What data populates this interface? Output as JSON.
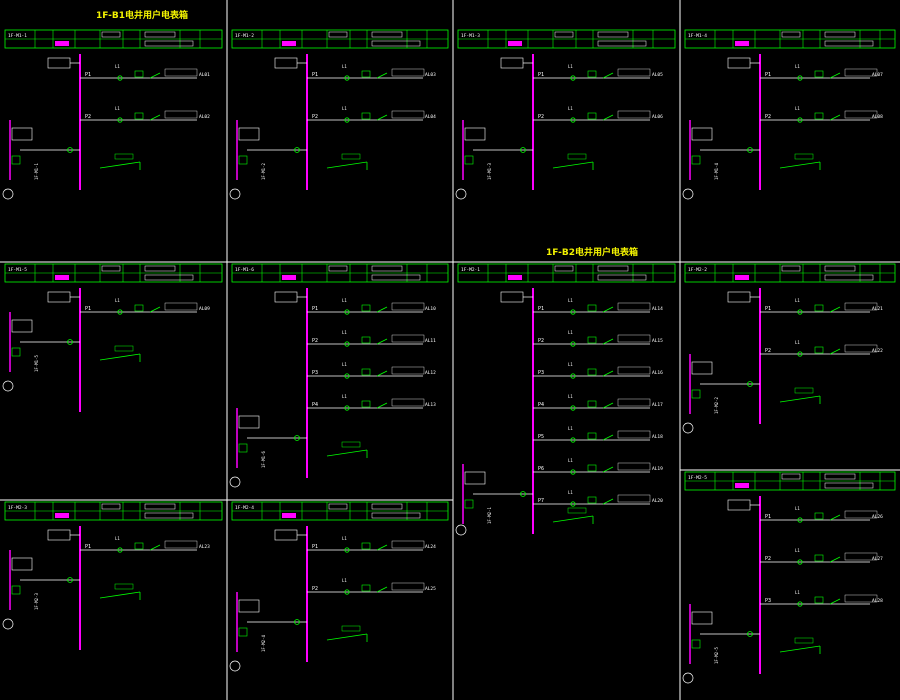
{
  "titles": [
    {
      "id": "title-1",
      "text": "1F-B1电井用户电表箱"
    },
    {
      "id": "title-2",
      "text": "1F-B2电井用户电表箱"
    }
  ],
  "colors": {
    "background": "#000000",
    "frame": "#ffffff",
    "table": "#00ff00",
    "circuit": "#ffffff",
    "busbar": "#ff00ff",
    "component": "#00ff00",
    "label": "#ffffff",
    "title": "#f2f200",
    "accent": "#ff00ff"
  },
  "panels": [
    {
      "id": "p1",
      "code": "1F-M1-1",
      "circuits": [
        "P1",
        "P2"
      ],
      "load": [
        "AL01",
        "AL02"
      ],
      "earth": true
    },
    {
      "id": "p2",
      "code": "1F-M1-2",
      "circuits": [
        "P1",
        "P2"
      ],
      "load": [
        "AL03",
        "AL04"
      ],
      "earth": true
    },
    {
      "id": "p3",
      "code": "1F-M1-3",
      "circuits": [
        "P1",
        "P2"
      ],
      "load": [
        "AL05",
        "AL06"
      ],
      "earth": true
    },
    {
      "id": "p4",
      "code": "1F-M1-4",
      "circuits": [
        "P1",
        "P2"
      ],
      "load": [
        "AL07",
        "AL08"
      ],
      "earth": true
    },
    {
      "id": "p5",
      "code": "1F-M1-5",
      "circuits": [
        "P1"
      ],
      "load": [
        "AL09"
      ],
      "earth": true
    },
    {
      "id": "p6",
      "code": "1F-M1-6",
      "circuits": [
        "P1",
        "P2",
        "P3",
        "P4"
      ],
      "load": [
        "AL10",
        "AL11",
        "AL12",
        "AL13"
      ],
      "earth": true
    },
    {
      "id": "p7",
      "code": "1F-M2-1",
      "circuits": [
        "P1",
        "P2",
        "P3",
        "P4",
        "P5",
        "P6",
        "P7"
      ],
      "load": [
        "AL14",
        "AL15",
        "AL16",
        "AL17",
        "AL18",
        "AL19",
        "AL20"
      ],
      "earth": true
    },
    {
      "id": "p8",
      "code": "1F-M2-2",
      "circuits": [
        "P1",
        "P2"
      ],
      "load": [
        "AL21",
        "AL22"
      ],
      "earth": true
    },
    {
      "id": "p9",
      "code": "1F-M2-3",
      "circuits": [
        "P1"
      ],
      "load": [
        "AL23"
      ],
      "earth": true
    },
    {
      "id": "p10",
      "code": "1F-M2-4",
      "circuits": [
        "P1",
        "P2"
      ],
      "load": [
        "AL24",
        "AL25"
      ],
      "earth": true
    },
    {
      "id": "p11",
      "code": "1F-M2-5",
      "circuits": [
        "P1",
        "P2",
        "P3"
      ],
      "load": [
        "AL26",
        "AL27",
        "AL28"
      ],
      "earth": true
    }
  ]
}
